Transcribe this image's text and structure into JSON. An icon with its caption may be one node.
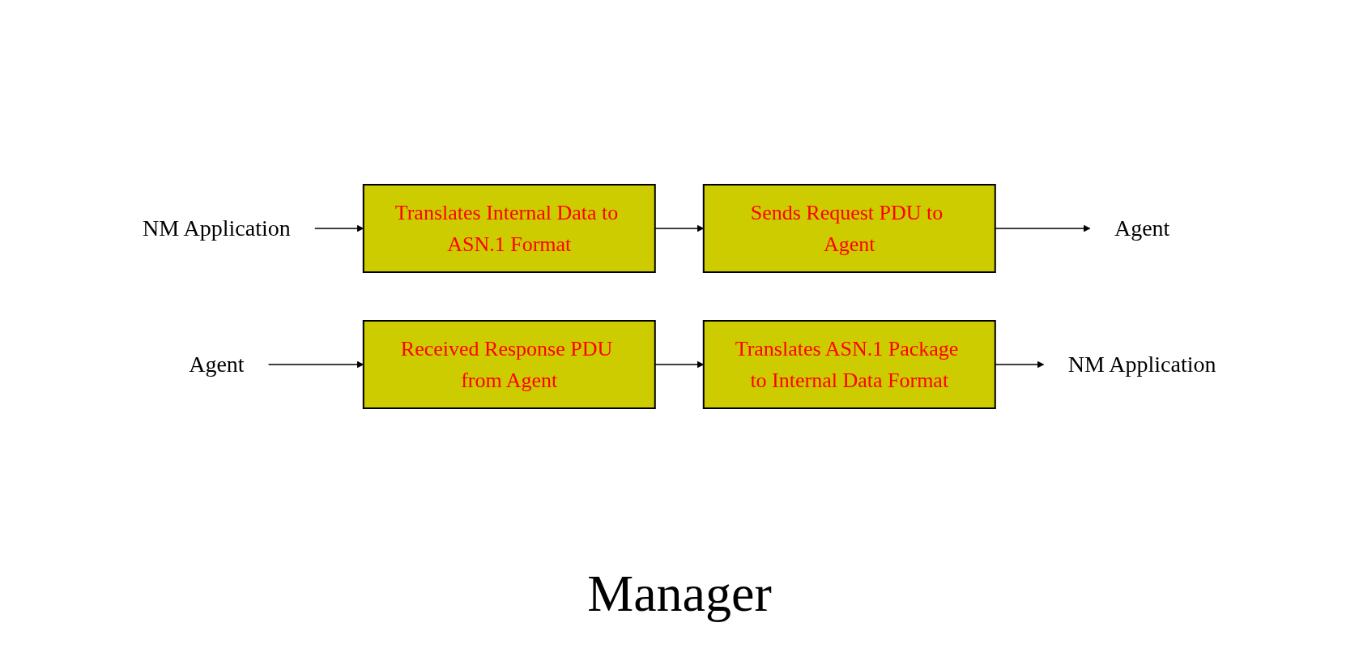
{
  "diagram": {
    "nodes": [
      {
        "text": [
          "NM Application"
        ]
      },
      {
        "text": [
          "Translates Internal Data to ASN.1 Format"
        ]
      },
      {
        "text": [
          "Sends Request PDU to Agent"
        ]
      },
      {
        "text": [
          "Agent"
        ]
      },
      {
        "text": [
          "Agent"
        ]
      },
      {
        "text": [
          "Received Response PDU from Agent"
        ]
      },
      {
        "text": [
          "Translates ASN.1 Package to Internal Data Format"
        ]
      },
      {
        "text": [
          "NM Application"
        ]
      }
    ],
    "edges": [
      {
        "from": 0,
        "to": 1,
        "arrow": "to"
      },
      {
        "from": 1,
        "to": 2,
        "arrow": "to"
      },
      {
        "from": 2,
        "to": 3,
        "arrow": "to"
      },
      {
        "from": 4,
        "to": 5,
        "arrow": "to"
      },
      {
        "from": 5,
        "to": 6,
        "arrow": "to"
      },
      {
        "from": 6,
        "to": 7,
        "arrow": "to"
      }
    ],
    "labels": [
      "Manager"
    ]
  }
}
